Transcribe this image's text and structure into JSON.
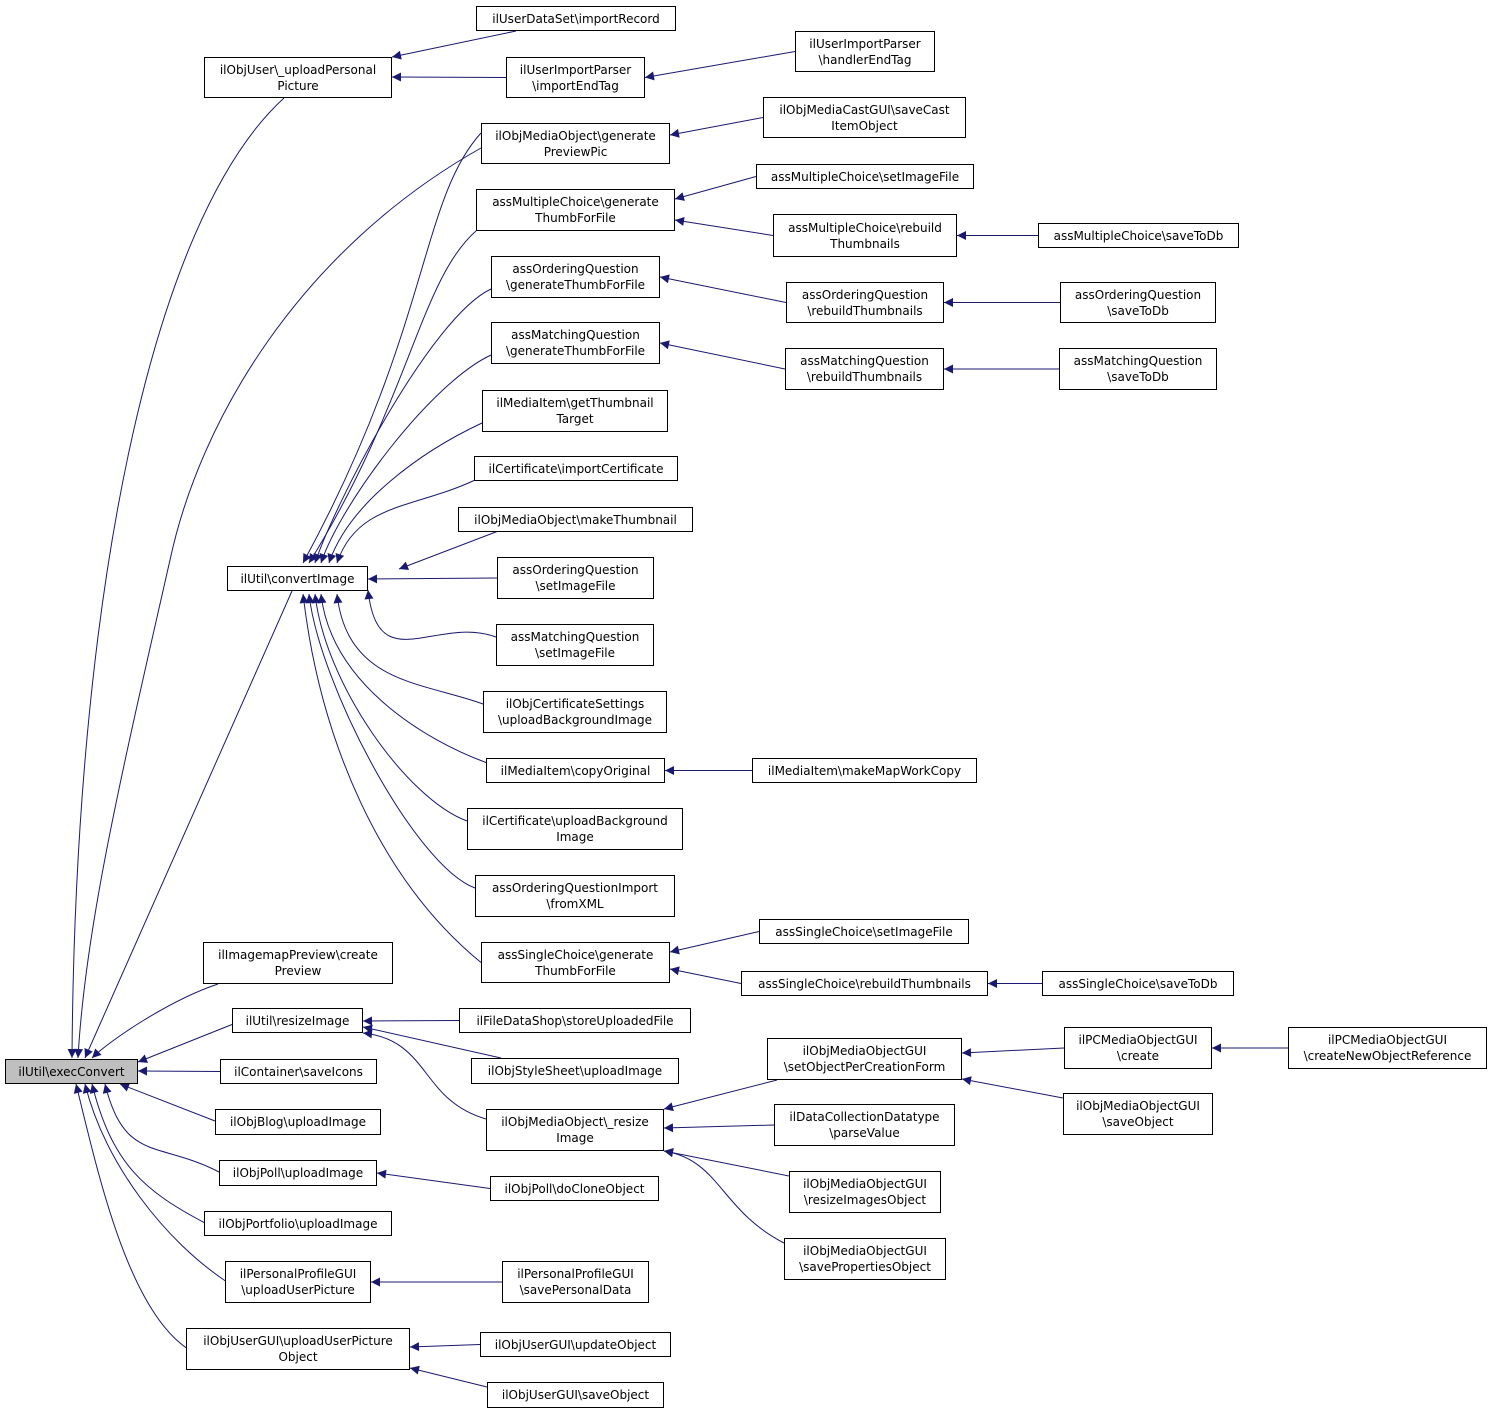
{
  "diagram": {
    "type": "call-graph",
    "edge_color": "#191970",
    "root_fill": "#bfbfbf",
    "nodes": {
      "execConvert": "ilUtil\\execConvert",
      "uploadPersonalPicture": "ilObjUser\\_uploadPersonal\nPicture",
      "userDataSetImportRecord": "ilUserDataSet\\importRecord",
      "userImportParserImportEndTag": "ilUserImportParser\n\\importEndTag",
      "userImportParserHandlerEndTag": "ilUserImportParser\n\\handlerEndTag",
      "mediaObjectGeneratePreviewPic": "ilObjMediaObject\\generate\nPreviewPic",
      "mediaCastSaveCastItemObject": "ilObjMediaCastGUI\\saveCast\nItemObject",
      "mcGenerateThumbForFile": "assMultipleChoice\\generate\nThumbForFile",
      "mcSetImageFile": "assMultipleChoice\\setImageFile",
      "mcRebuildThumbnails": "assMultipleChoice\\rebuild\nThumbnails",
      "mcSaveToDb": "assMultipleChoice\\saveToDb",
      "oqGenerateThumbForFile": "assOrderingQuestion\n\\generateThumbForFile",
      "oqRebuildThumbnails": "assOrderingQuestion\n\\rebuildThumbnails",
      "oqSaveToDb": "assOrderingQuestion\n\\saveToDb",
      "mqGenerateThumbForFile": "assMatchingQuestion\n\\generateThumbForFile",
      "mqRebuildThumbnails": "assMatchingQuestion\n\\rebuildThumbnails",
      "mqSaveToDb": "assMatchingQuestion\n\\saveToDb",
      "mediaItemGetThumbnailTarget": "ilMediaItem\\getThumbnail\nTarget",
      "certificateImportCertificate": "ilCertificate\\importCertificate",
      "mediaObjectMakeThumbnail": "ilObjMediaObject\\makeThumbnail",
      "convertImage": "ilUtil\\convertImage",
      "oqSetImageFile": "assOrderingQuestion\n\\setImageFile",
      "mqSetImageFile": "assMatchingQuestion\n\\setImageFile",
      "certSettingsUploadBackgroundImage": "ilObjCertificateSettings\n\\uploadBackgroundImage",
      "mediaItemCopyOriginal": "ilMediaItem\\copyOriginal",
      "mediaItemMakeMapWorkCopy": "ilMediaItem\\makeMapWorkCopy",
      "certificateUploadBackgroundImage": "ilCertificate\\uploadBackground\nImage",
      "oqImportFromXML": "assOrderingQuestionImport\n\\fromXML",
      "scGenerateThumbForFile": "assSingleChoice\\generate\nThumbForFile",
      "scSetImageFile": "assSingleChoice\\setImageFile",
      "scRebuildThumbnails": "assSingleChoice\\rebuildThumbnails",
      "scSaveToDb": "assSingleChoice\\saveToDb",
      "imagemapPreviewCreatePreview": "ilImagemapPreview\\create\nPreview",
      "resizeImage": "ilUtil\\resizeImage",
      "fileDataShopStoreUploadedFile": "ilFileDataShop\\storeUploadedFile",
      "styleSheetUploadImage": "ilObjStyleSheet\\uploadImage",
      "mediaObjectResizeImage": "ilObjMediaObject\\_resize\nImage",
      "mediaObjectGUISetObjectPerCreationForm": "ilObjMediaObjectGUI\n\\setObjectPerCreationForm",
      "pcMediaObjectGUICreate": "ilPCMediaObjectGUI\n\\create",
      "pcMediaObjectGUICreateNewObjectReference": "ilPCMediaObjectGUI\n\\createNewObjectReference",
      "mediaObjectGUISaveObject": "ilObjMediaObjectGUI\n\\saveObject",
      "dataCollectionDatatypeParseValue": "ilDataCollectionDatatype\n\\parseValue",
      "mediaObjectGUIResizeImagesObject": "ilObjMediaObjectGUI\n\\resizeImagesObject",
      "mediaObjectGUISavePropertiesObject": "ilObjMediaObjectGUI\n\\savePropertiesObject",
      "containerSaveIcons": "ilContainer\\saveIcons",
      "blogUploadImage": "ilObjBlog\\uploadImage",
      "pollUploadImage": "ilObjPoll\\uploadImage",
      "pollDoCloneObject": "ilObjPoll\\doCloneObject",
      "portfolioUploadImage": "ilObjPortfolio\\uploadImage",
      "personalProfileUploadUserPicture": "ilPersonalProfileGUI\n\\uploadUserPicture",
      "personalProfileSavePersonalData": "ilPersonalProfileGUI\n\\savePersonalData",
      "userGUIUploadUserPictureObject": "ilObjUserGUI\\uploadUserPicture\nObject",
      "userGUIUpdateObject": "ilObjUserGUI\\updateObject",
      "userGUISaveObject": "ilObjUserGUI\\saveObject"
    },
    "edges": [
      [
        "uploadPersonalPicture",
        "execConvert"
      ],
      [
        "userDataSetImportRecord",
        "uploadPersonalPicture"
      ],
      [
        "userImportParserImportEndTag",
        "uploadPersonalPicture"
      ],
      [
        "userImportParserHandlerEndTag",
        "userImportParserImportEndTag"
      ],
      [
        "mediaObjectGeneratePreviewPic",
        "execConvert"
      ],
      [
        "mediaCastSaveCastItemObject",
        "mediaObjectGeneratePreviewPic"
      ],
      [
        "mediaObjectGeneratePreviewPic",
        "convertImage"
      ],
      [
        "mcGenerateThumbForFile",
        "convertImage"
      ],
      [
        "mcSetImageFile",
        "mcGenerateThumbForFile"
      ],
      [
        "mcRebuildThumbnails",
        "mcGenerateThumbForFile"
      ],
      [
        "mcSaveToDb",
        "mcRebuildThumbnails"
      ],
      [
        "oqGenerateThumbForFile",
        "convertImage"
      ],
      [
        "oqRebuildThumbnails",
        "oqGenerateThumbForFile"
      ],
      [
        "oqSaveToDb",
        "oqRebuildThumbnails"
      ],
      [
        "mqGenerateThumbForFile",
        "convertImage"
      ],
      [
        "mqRebuildThumbnails",
        "mqGenerateThumbForFile"
      ],
      [
        "mqSaveToDb",
        "mqRebuildThumbnails"
      ],
      [
        "mediaItemGetThumbnailTarget",
        "convertImage"
      ],
      [
        "certificateImportCertificate",
        "convertImage"
      ],
      [
        "mediaObjectMakeThumbnail",
        "convertImage"
      ],
      [
        "oqSetImageFile",
        "convertImage"
      ],
      [
        "mqSetImageFile",
        "convertImage"
      ],
      [
        "certSettingsUploadBackgroundImage",
        "convertImage"
      ],
      [
        "mediaItemCopyOriginal",
        "convertImage"
      ],
      [
        "mediaItemMakeMapWorkCopy",
        "mediaItemCopyOriginal"
      ],
      [
        "certificateUploadBackgroundImage",
        "convertImage"
      ],
      [
        "oqImportFromXML",
        "convertImage"
      ],
      [
        "scGenerateThumbForFile",
        "convertImage"
      ],
      [
        "scSetImageFile",
        "scGenerateThumbForFile"
      ],
      [
        "scRebuildThumbnails",
        "scGenerateThumbForFile"
      ],
      [
        "scSaveToDb",
        "scRebuildThumbnails"
      ],
      [
        "convertImage",
        "execConvert"
      ],
      [
        "imagemapPreviewCreatePreview",
        "execConvert"
      ],
      [
        "resizeImage",
        "execConvert"
      ],
      [
        "fileDataShopStoreUploadedFile",
        "resizeImage"
      ],
      [
        "styleSheetUploadImage",
        "resizeImage"
      ],
      [
        "mediaObjectResizeImage",
        "resizeImage"
      ],
      [
        "mediaObjectGUISetObjectPerCreationForm",
        "mediaObjectResizeImage"
      ],
      [
        "pcMediaObjectGUICreate",
        "mediaObjectGUISetObjectPerCreationForm"
      ],
      [
        "pcMediaObjectGUICreateNewObjectReference",
        "pcMediaObjectGUICreate"
      ],
      [
        "mediaObjectGUISaveObject",
        "mediaObjectGUISetObjectPerCreationForm"
      ],
      [
        "dataCollectionDatatypeParseValue",
        "mediaObjectResizeImage"
      ],
      [
        "mediaObjectGUIResizeImagesObject",
        "mediaObjectResizeImage"
      ],
      [
        "mediaObjectGUISavePropertiesObject",
        "mediaObjectResizeImage"
      ],
      [
        "containerSaveIcons",
        "execConvert"
      ],
      [
        "blogUploadImage",
        "execConvert"
      ],
      [
        "pollUploadImage",
        "execConvert"
      ],
      [
        "pollDoCloneObject",
        "pollUploadImage"
      ],
      [
        "portfolioUploadImage",
        "execConvert"
      ],
      [
        "personalProfileUploadUserPicture",
        "execConvert"
      ],
      [
        "personalProfileSavePersonalData",
        "personalProfileUploadUserPicture"
      ],
      [
        "userGUIUploadUserPictureObject",
        "execConvert"
      ],
      [
        "userGUIUpdateObject",
        "userGUIUploadUserPictureObject"
      ],
      [
        "userGUISaveObject",
        "userGUIUploadUserPictureObject"
      ]
    ]
  }
}
